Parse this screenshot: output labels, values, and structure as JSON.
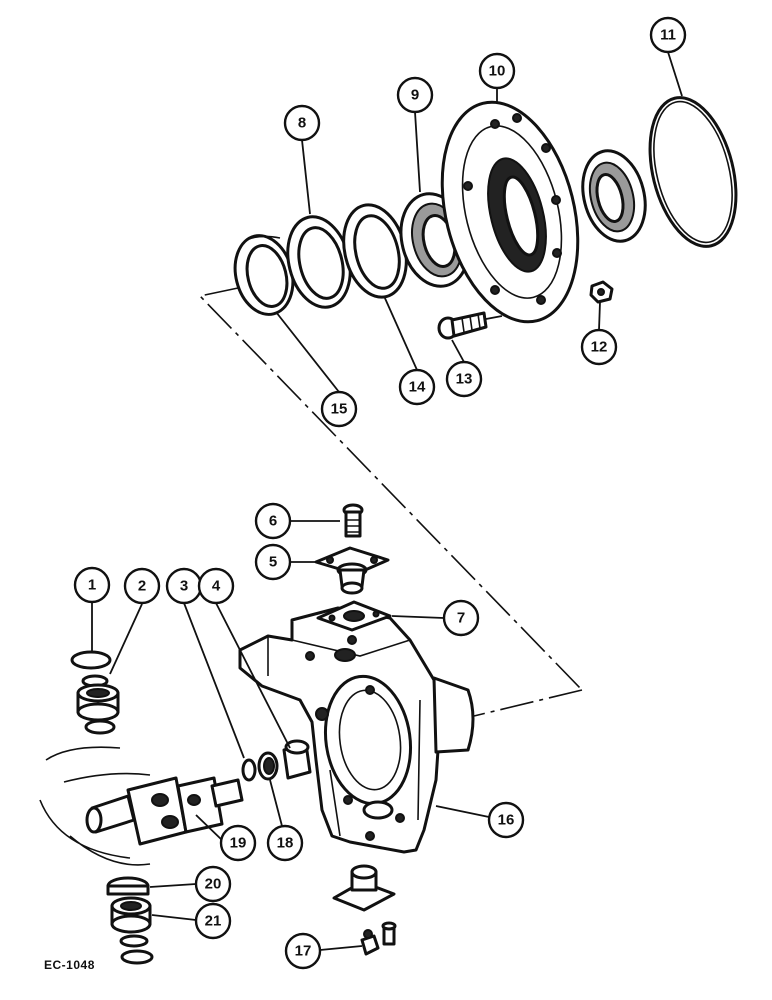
{
  "figure": {
    "reference_code": "EC-1048",
    "callouts": [
      "1",
      "2",
      "3",
      "4",
      "5",
      "6",
      "7",
      "8",
      "9",
      "10",
      "11",
      "12",
      "13",
      "14",
      "15",
      "16",
      "17",
      "18",
      "19",
      "20",
      "21"
    ]
  }
}
